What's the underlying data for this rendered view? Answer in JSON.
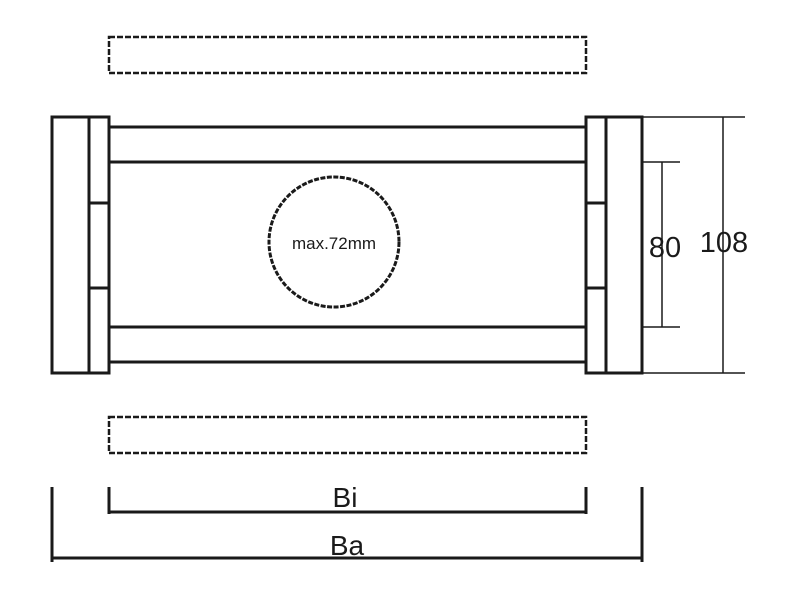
{
  "diagram": {
    "circle_label": "max.72mm",
    "inner_dimension": "80",
    "outer_dimension": "108",
    "bi_label": "Bi",
    "ba_label": "Ba"
  }
}
